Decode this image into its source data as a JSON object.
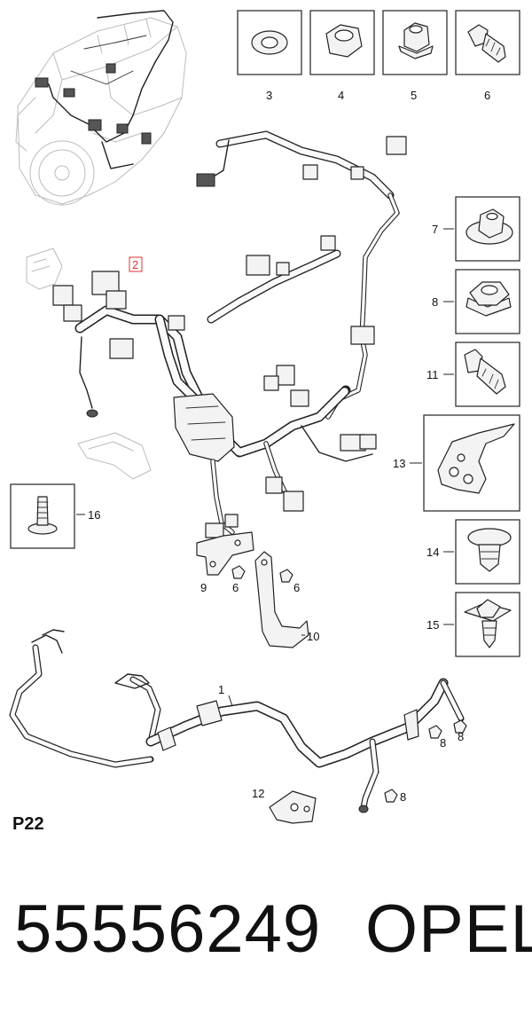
{
  "page_label": "P22",
  "part_number": "55556249",
  "brand": "OPEL",
  "callouts": {
    "c1": "1",
    "c2": "2",
    "c3": "3",
    "c4": "4",
    "c5": "5",
    "c6": "6",
    "c7": "7",
    "c8": "8",
    "c9": "9",
    "c10": "10",
    "c11": "11",
    "c12": "12",
    "c13": "13",
    "c14": "14",
    "c15": "15",
    "c16": "16"
  }
}
